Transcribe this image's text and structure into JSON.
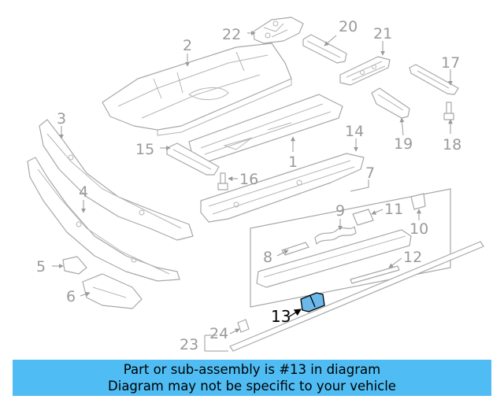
{
  "diagram": {
    "highlighted_part": "13",
    "colors": {
      "highlight_fill": "#6bb8ea",
      "banner_bg": "#4fbdf3",
      "outline": "#a8a8a8"
    },
    "labels": {
      "l1": "1",
      "l2": "2",
      "l3": "3",
      "l4": "4",
      "l5": "5",
      "l6": "6",
      "l7": "7",
      "l8": "8",
      "l9": "9",
      "l10": "10",
      "l11": "11",
      "l12": "12",
      "l13": "13",
      "l14": "14",
      "l15": "15",
      "l16": "16",
      "l17": "17",
      "l18": "18",
      "l19": "19",
      "l20": "20",
      "l21": "21",
      "l22": "22",
      "l23": "23",
      "l24": "24"
    }
  },
  "banner": {
    "line1": "Part or sub-assembly is #13 in diagram",
    "line2": "Diagram may not be specific to your vehicle"
  }
}
